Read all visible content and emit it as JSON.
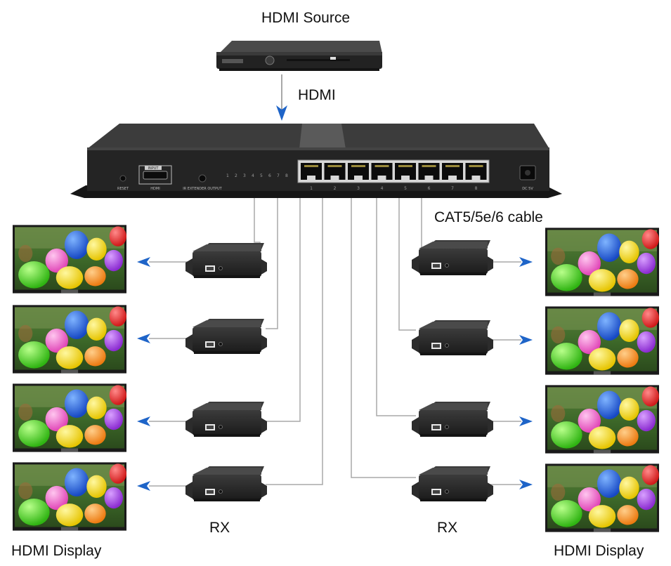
{
  "labels": {
    "source": "HDMI Source",
    "hdmi": "HDMI",
    "cable": "CAT5/5e/6 cable",
    "rx_left": "RX",
    "rx_right": "RX",
    "display_left": "HDMI Display",
    "display_right": "HDMI Display"
  },
  "splitter": {
    "tags": {
      "input": "INPUT",
      "hdmi": "HDMI",
      "reset": "RESET",
      "ir": "IR EXTENDER OUTPUT",
      "dc": "DC 5V"
    },
    "led_numbers": [
      "1",
      "2",
      "3",
      "4",
      "5",
      "6",
      "7",
      "8"
    ],
    "port_numbers": [
      "1",
      "2",
      "3",
      "4",
      "5",
      "6",
      "7",
      "8"
    ]
  },
  "colors": {
    "device": "#2a2a2a",
    "device_dark": "#161616",
    "arrow_blue": "#1e64c8",
    "wire": "#a9a9a9"
  }
}
